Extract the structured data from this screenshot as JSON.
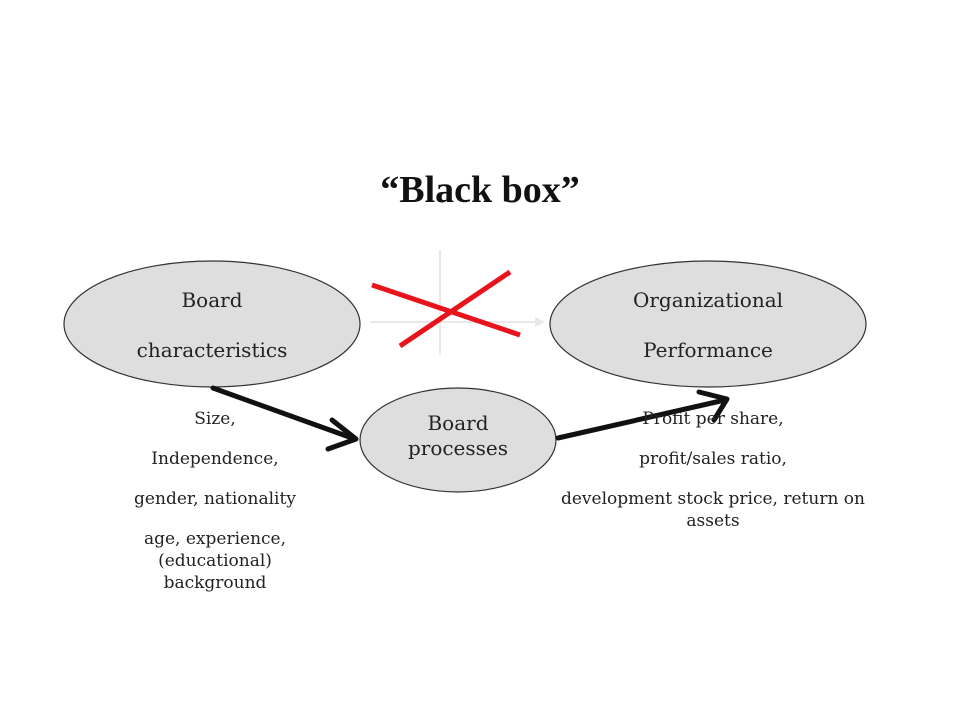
{
  "title": "“Black box”",
  "nodes": {
    "left": {
      "line1": "Board",
      "line2": "characteristics"
    },
    "right": {
      "line1": "Organizational",
      "line2": "Performance"
    },
    "middle": {
      "line1": "Board",
      "line2": "processes"
    }
  },
  "left_list": {
    "items": [
      "Size,",
      "Independence,",
      "gender, nationality",
      "age, experience, (educational) background"
    ]
  },
  "right_list": {
    "items": [
      "Profit per share,",
      "profit/sales ratio,",
      "development stock price, return on assets"
    ]
  },
  "colors": {
    "ellipse_fill": "#dedede",
    "arrow": "#111111",
    "cross": "#e8141c",
    "faint_line": "#e8e8e8"
  }
}
